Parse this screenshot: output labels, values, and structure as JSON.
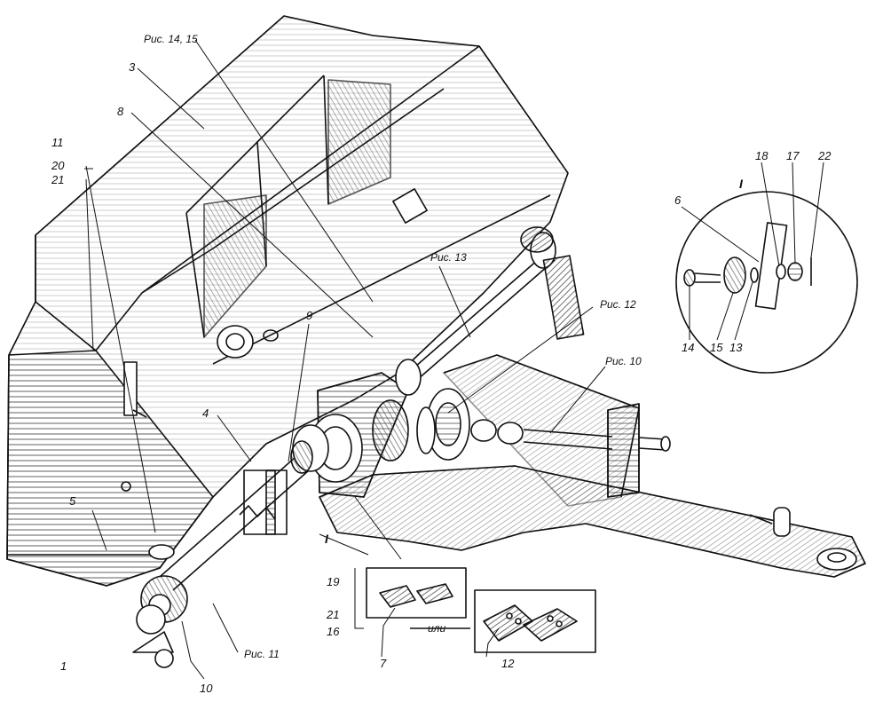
{
  "callouts": {
    "c1": "1",
    "c3": "3",
    "c4": "4",
    "c5": "5",
    "c6": "6",
    "c7": "7",
    "c8": "8",
    "c9": "9",
    "c10": "10",
    "c11": "11",
    "c12": "12",
    "c13": "13",
    "c14": "14",
    "c15": "15",
    "c16": "16",
    "c17": "17",
    "c18": "18",
    "c19": "19",
    "c20": "20",
    "c21a": "21",
    "c21b": "21",
    "c22": "22"
  },
  "figure_refs": {
    "fig14_15": "Рис. 14, 15",
    "fig13": "Рис. 13",
    "fig12": "Рис. 12",
    "fig10": "Рис. 10",
    "fig11": "Рис. 11"
  },
  "detail": {
    "marker_main": "I",
    "marker_inset": "I",
    "or_label": "или"
  },
  "colors": {
    "ink": "#111111",
    "paper": "#ffffff",
    "shade": "#777777"
  }
}
